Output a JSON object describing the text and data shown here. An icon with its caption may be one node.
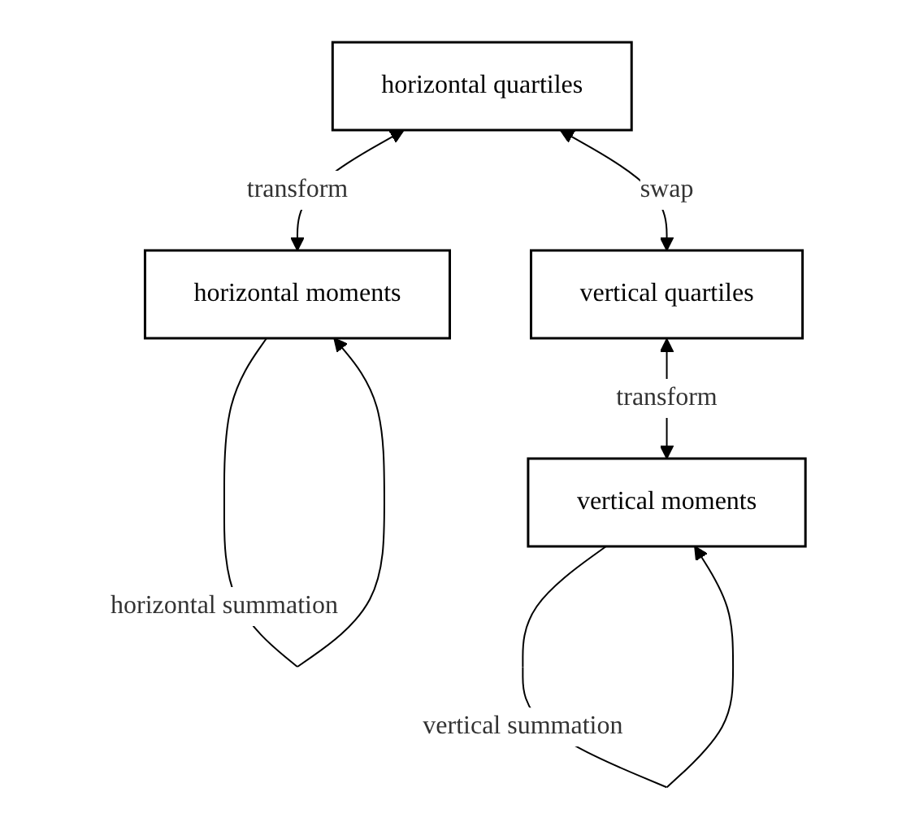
{
  "diagram": {
    "nodes": [
      {
        "text": [
          "horizontal quartiles"
        ]
      },
      {
        "text": [
          "vertical quartiles"
        ]
      },
      {
        "text": [
          "horizontal moments"
        ]
      },
      {
        "text": [
          "vertical moments"
        ]
      }
    ],
    "edges": [
      {
        "from": 0,
        "to": 1,
        "arrow": "both",
        "label": "swap"
      },
      {
        "from": 0,
        "to": 2,
        "arrow": "both",
        "label": "transform"
      },
      {
        "from": 1,
        "to": 3,
        "arrow": "both",
        "label": "transform"
      },
      {
        "from": 2,
        "to": 2,
        "arrow": "to",
        "label": "horizontal summation"
      },
      {
        "from": 3,
        "to": 3,
        "arrow": "to",
        "label": "vertical summation"
      }
    ]
  }
}
